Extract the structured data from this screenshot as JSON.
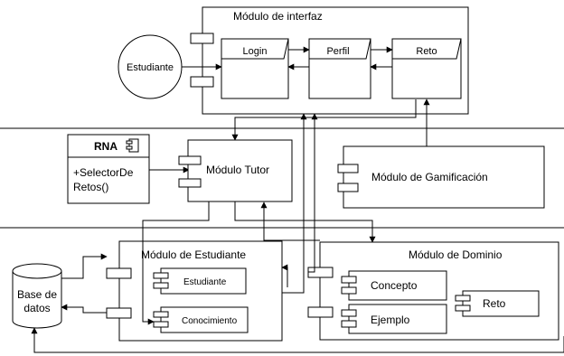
{
  "diagram": {
    "interface_module": {
      "title": "Módulo de interfaz",
      "login": "Login",
      "perfil": "Perfil",
      "reto": "Reto"
    },
    "actor": {
      "label": "Estudiante"
    },
    "rna": {
      "title": "RNA",
      "line1": "+SelectorDe",
      "line2": "Retos()"
    },
    "tutor_module": {
      "label": "Módulo Tutor"
    },
    "gamification_module": {
      "label": "Módulo de Gamificación"
    },
    "student_module": {
      "title": "Módulo de Estudiante",
      "estudiante": "Estudiante",
      "conocimiento": "Conocimiento"
    },
    "domain_module": {
      "title": "Módulo de Dominio",
      "concepto": "Concepto",
      "ejemplo": "Ejemplo",
      "reto": "Reto"
    },
    "database": {
      "line1": "Base de",
      "line2": "datos"
    }
  }
}
